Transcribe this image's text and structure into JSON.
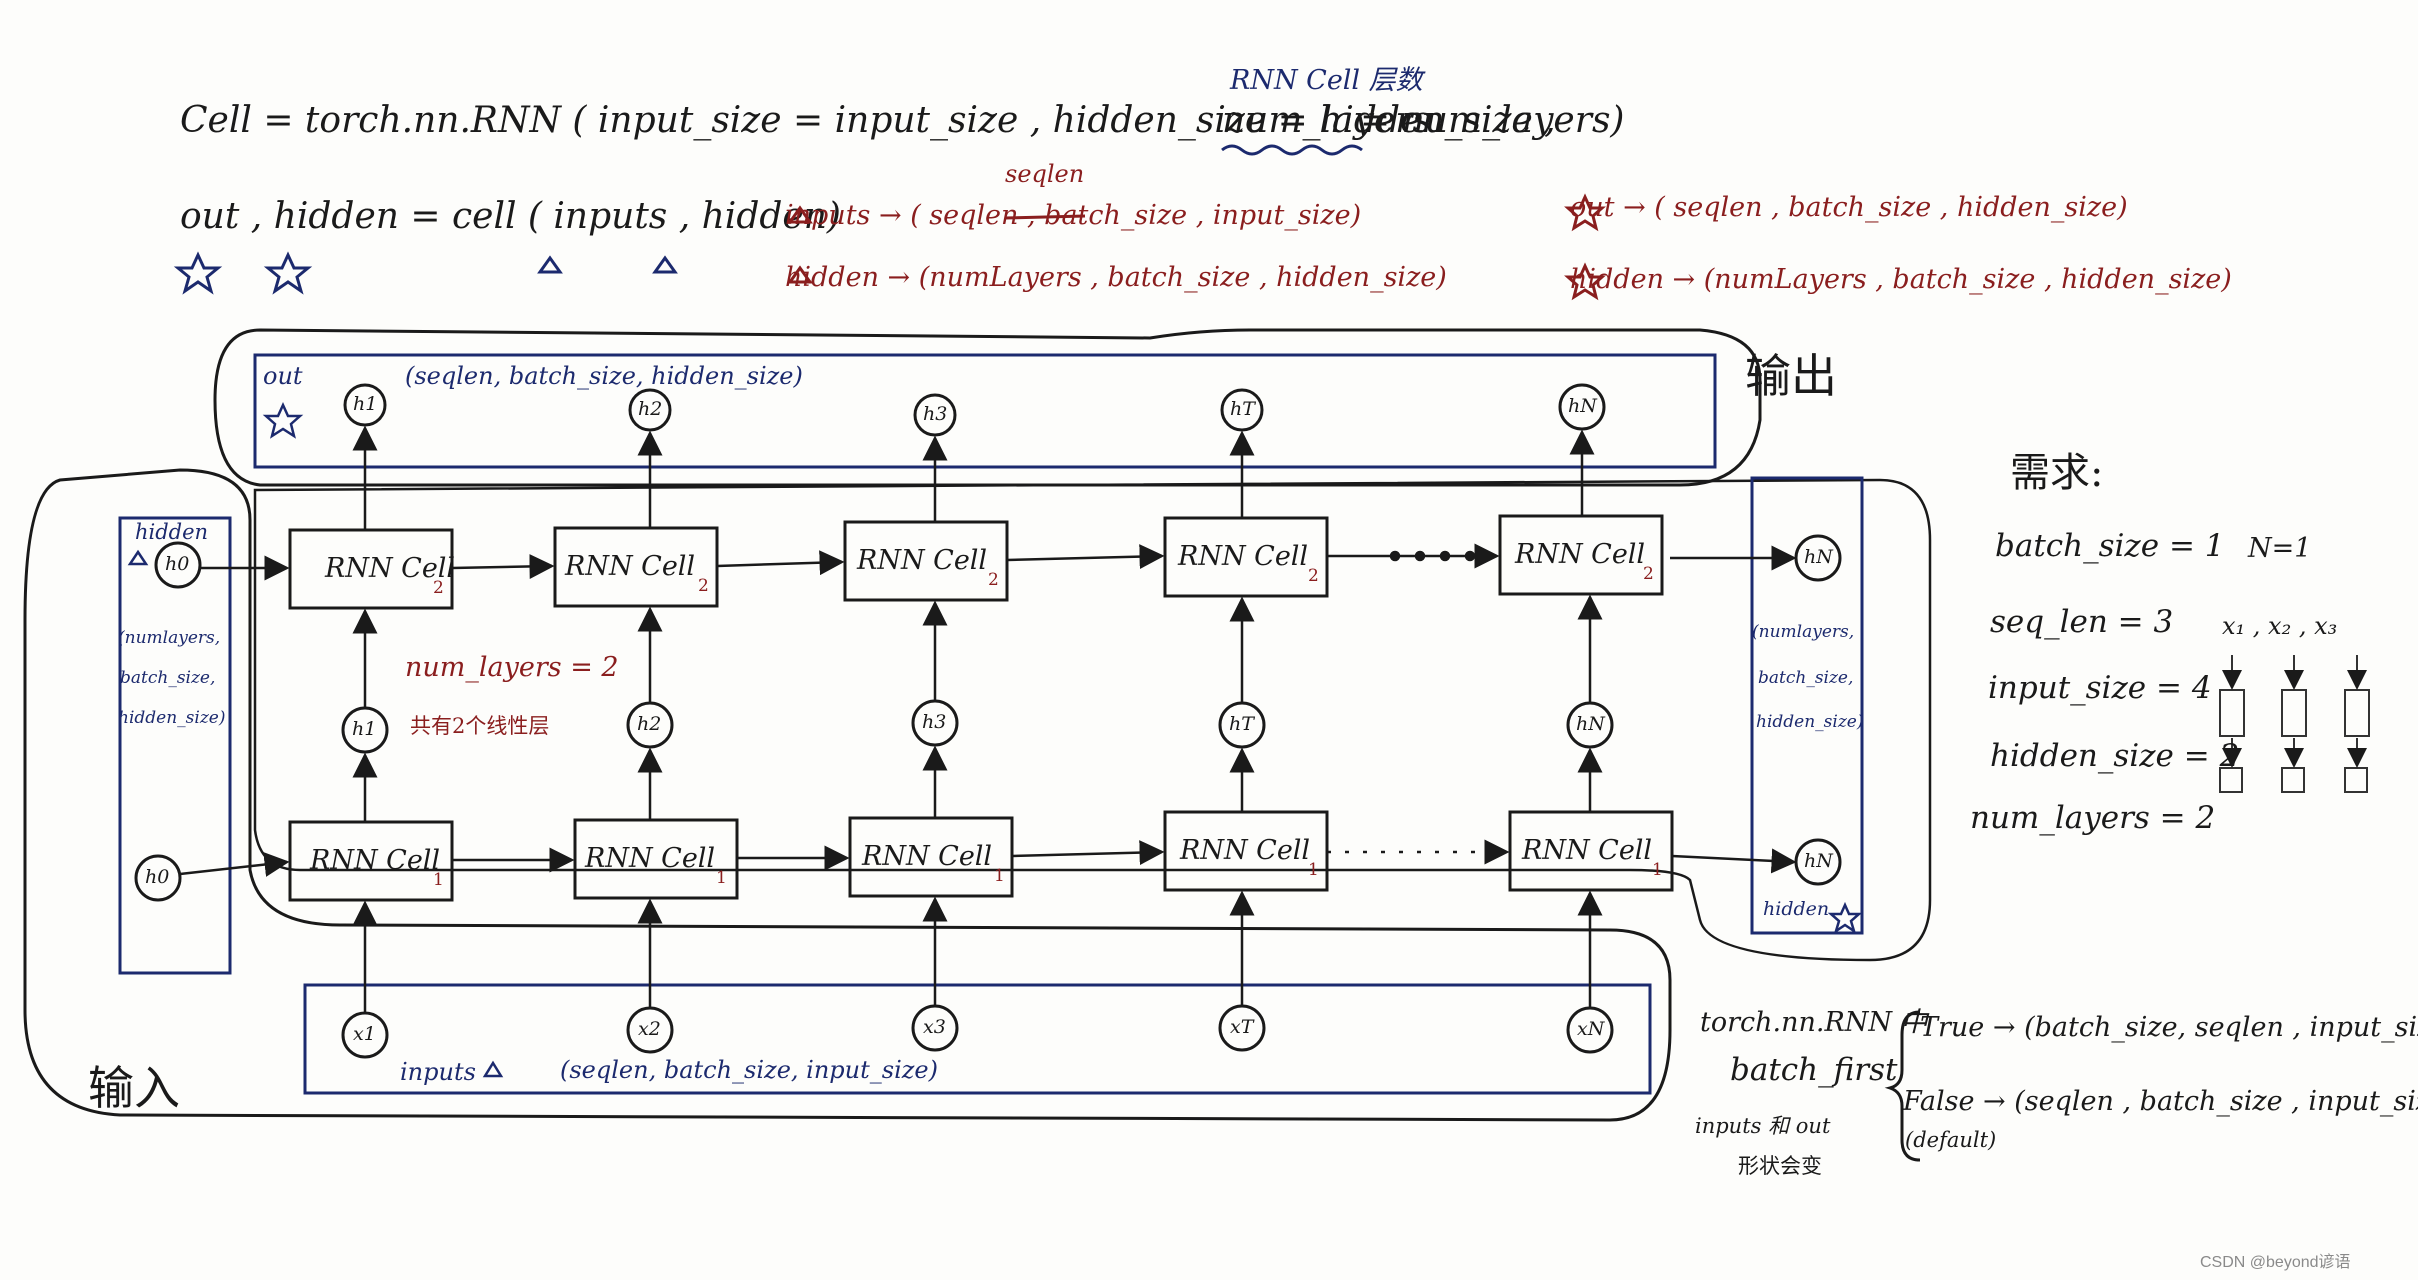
{
  "formula": {
    "line1": "Cell   =   torch.nn.RNN ( input_size = input_size , hidden_size = hidden_size ,",
    "num_layers_kw": "num_layers",
    "num_layers_val": "= num_layers)",
    "rnn_cell_layers_note": "RNN Cell 层数",
    "line2": "out , hidden   =   cell  ( inputs , hidden)"
  },
  "shapes": {
    "inputs_shape": "inputs  →  ( seqlen , batch_size , input_size)",
    "seqlen_note": "seqlen",
    "hidden_in_shape": "hidden  →  (numLayers , batch_size , hidden_size)",
    "out_shape": "out  →  ( seqlen , batch_size , hidden_size)",
    "hidden_out_shape": "hidden  → (numLayers , batch_size , hidden_size)"
  },
  "diagram": {
    "output_label": "输出",
    "input_label": "输入",
    "out_box_label": "out",
    "out_box_shape": "(seqlen, batch_size, hidden_size)",
    "hidden_box_label": "hidden",
    "hidden_box_shape": [
      "(numlayers,",
      "batch_size,",
      "hidden_size)"
    ],
    "hidden_out_box_shape": [
      "(numlayers,",
      "batch_size,",
      "hidden_size)"
    ],
    "hidden_out_box_label": "hidden",
    "inputs_box_label": "inputs",
    "inputs_box_shape": "(seqlen, batch_size, input_size)",
    "num_layers_note": "num_layers = 2",
    "layers_note_cn": "共有2个线性层",
    "cell_text": "RNN Cell",
    "cell_layer_top": "2",
    "cell_layer_bottom": "1",
    "top_h_labels": [
      "h1",
      "h2",
      "h3",
      "hT",
      "hN"
    ],
    "mid_h_labels": [
      "h1",
      "h2",
      "h3",
      "hT",
      "hN"
    ],
    "x_labels": [
      "x1",
      "x2",
      "x3",
      "xT",
      "xN"
    ],
    "h0_top": "h0",
    "h0_bottom": "h0",
    "hN_top": "hN",
    "hN_bottom": "hN",
    "dots": "· · · · · ·"
  },
  "requirements": {
    "title": "需求:",
    "items": [
      "batch_size = 1",
      "seq_len = 3",
      "input_size = 4",
      "hidden_size = 2",
      "num_layers = 2"
    ],
    "n_note": "N=1",
    "x_note": "x₁ , x₂ , x₃"
  },
  "batch_first": {
    "left_l1": "torch.nn.RNN 中",
    "left_l2": "batch_first",
    "left_l3": "inputs 和 out",
    "left_l4": "形状会变",
    "true_line": "True → (batch_size, seqlen , input_size)",
    "false_line": "False  → (seqlen , batch_size , input_size)",
    "default_note": "(default)"
  },
  "watermark": "CSDN @beyond谚语",
  "colors": {
    "ink": "#1a1a1a",
    "blue": "#1c2a6e",
    "red": "#8a1e1e"
  }
}
